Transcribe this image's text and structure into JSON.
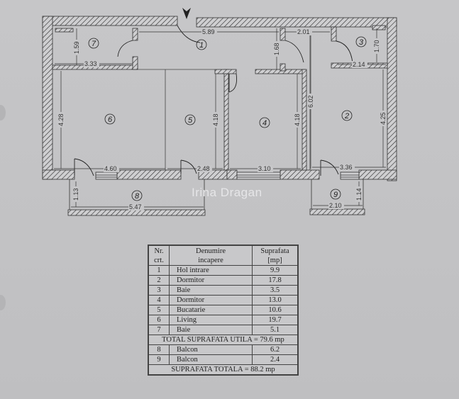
{
  "plan": {
    "entrance_marker": "V",
    "watermark": "Irina Dragan",
    "rooms": [
      {
        "nr": "1",
        "label": "1"
      },
      {
        "nr": "2",
        "label": "2"
      },
      {
        "nr": "3",
        "label": "3"
      },
      {
        "nr": "4",
        "label": "4"
      },
      {
        "nr": "5",
        "label": "5"
      },
      {
        "nr": "6",
        "label": "6"
      },
      {
        "nr": "7",
        "label": "7"
      },
      {
        "nr": "8",
        "label": "8"
      },
      {
        "nr": "9",
        "label": "9"
      }
    ],
    "dimensions": {
      "hall_width": "5.89",
      "hall_depth": "1.68",
      "corridor_width": "2.01",
      "room2_length": "6.02",
      "room2_depth": "4.25",
      "room2_width": "3.36",
      "bath3_depth": "1.70",
      "bath3_width": "2.14",
      "bath7_depth": "1.59",
      "bath7_width": "3.33",
      "living_depth": "4.28",
      "living_width": "4.60",
      "kitchen_depth": "4.18",
      "kitchen_width": "2.48",
      "room4_depth": "4.18",
      "room4_width": "3.10",
      "balcony8_depth": "1.13",
      "balcony8_width": "5.47",
      "balcony9_depth": "1.14",
      "balcony9_width": "2.10"
    }
  },
  "table": {
    "headers": {
      "nr": "Nr.\ncrt.",
      "nr_line1": "Nr.",
      "nr_line2": "crt.",
      "name_line1": "Denumire",
      "name_line2": "incapere",
      "area_line1": "Suprafata",
      "area_line2": "[mp]"
    },
    "rows": [
      {
        "nr": "1",
        "name": "Hol intrare",
        "area": "9.9"
      },
      {
        "nr": "2",
        "name": "Dormitor",
        "area": "17.8"
      },
      {
        "nr": "3",
        "name": "Baie",
        "area": "3.5"
      },
      {
        "nr": "4",
        "name": "Dormitor",
        "area": "13.0"
      },
      {
        "nr": "5",
        "name": "Bucatarie",
        "area": "10.6"
      },
      {
        "nr": "6",
        "name": "Living",
        "area": "19.7"
      },
      {
        "nr": "7",
        "name": "Baie",
        "area": "5.1"
      }
    ],
    "total_useful": "TOTAL SUPRAFATA UTILA = 79.6 mp",
    "balcony_rows": [
      {
        "nr": "8",
        "name": "Balcon",
        "area": "6.2"
      },
      {
        "nr": "9",
        "name": "Balcon",
        "area": "2.4"
      }
    ],
    "total": "SUPRAFATA TOTALA = 88.2 mp"
  }
}
